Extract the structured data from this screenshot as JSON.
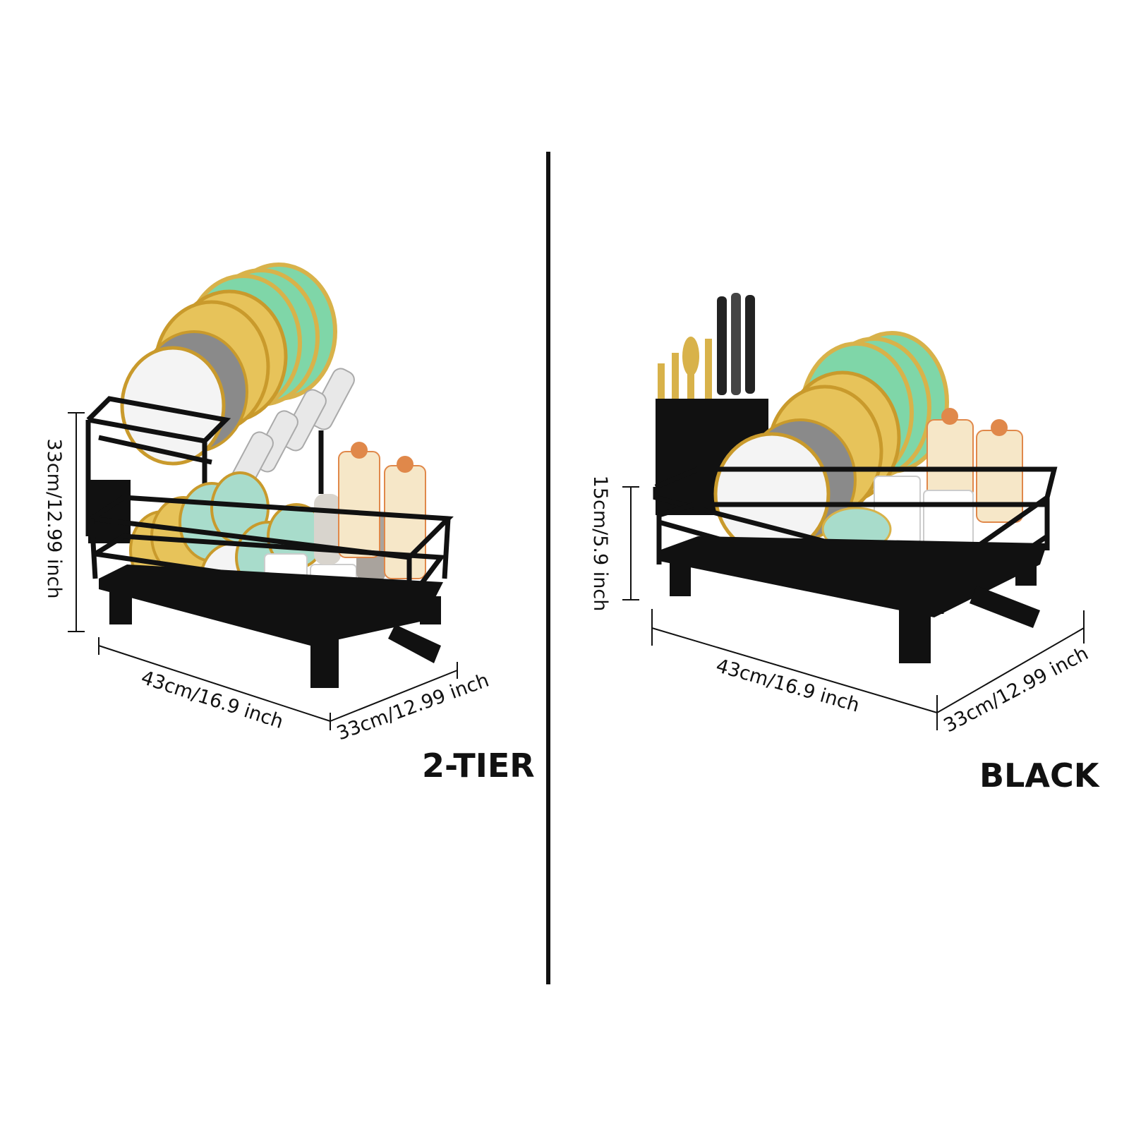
{
  "left_product": {
    "label": "2-TIER",
    "dimensions": {
      "height": "33cm/12.99 inch",
      "length": "43cm/16.9 inch",
      "width": "33cm/12.99 inch"
    }
  },
  "right_product": {
    "label": "BLACK",
    "dimensions": {
      "height": "15cm/5.9 inch",
      "length": "43cm/16.9 inch",
      "width": "33cm/12.99 inch"
    }
  },
  "colors": {
    "rack": "#111111",
    "plate_green": "#7fd6a8",
    "plate_gold": "#d8b24a",
    "plate_white": "#f4f4f4",
    "plate_grey": "#8a8a8a",
    "jar_orange": "#e0884a",
    "bowl_mint": "#a8dccb"
  }
}
